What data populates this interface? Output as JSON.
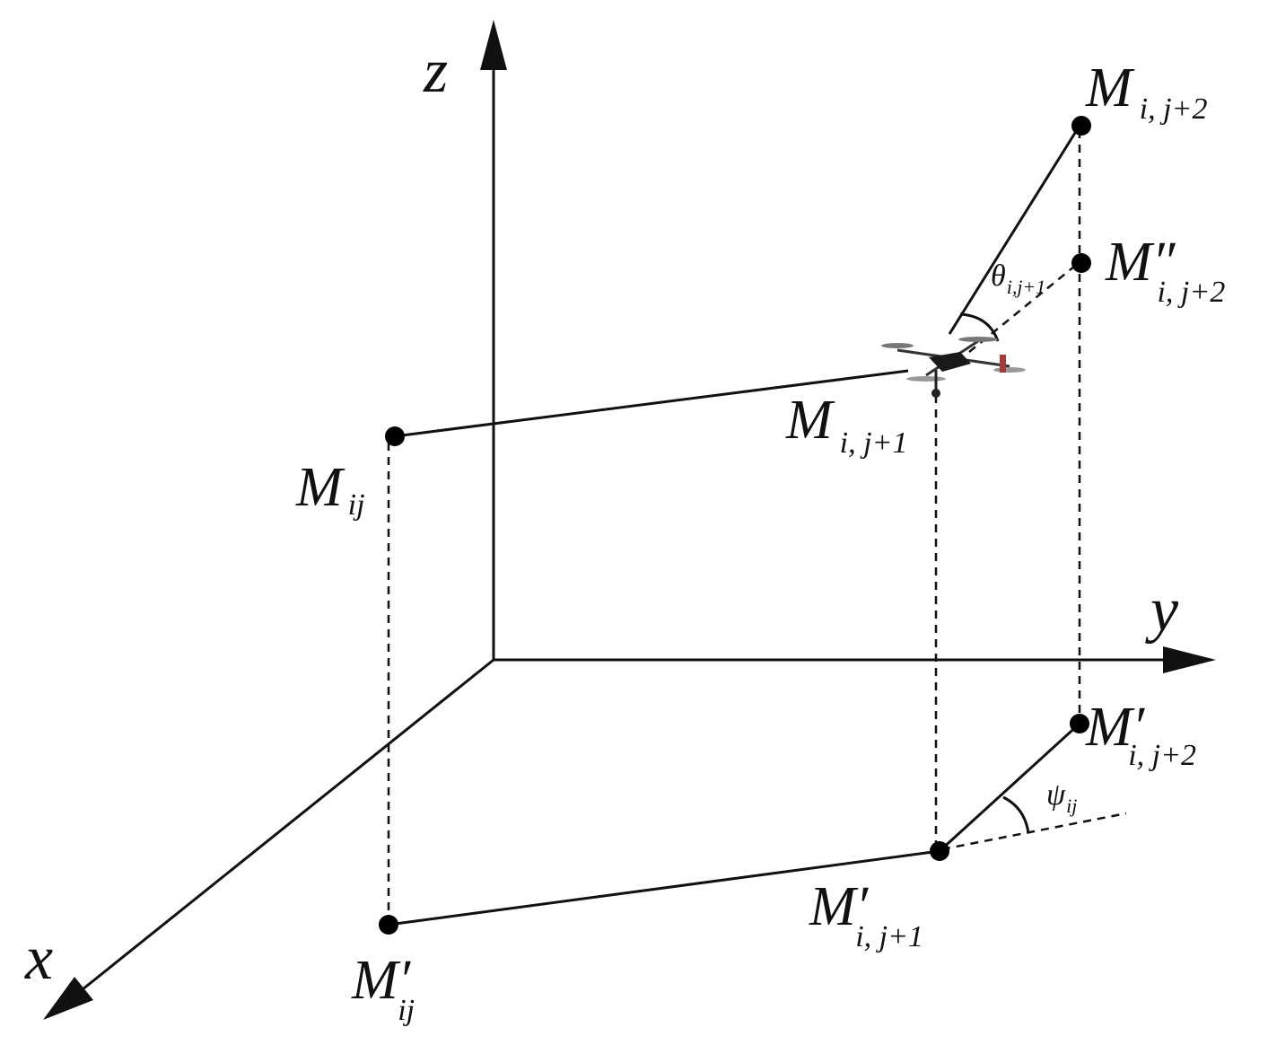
{
  "axes": {
    "z": "z",
    "y": "y",
    "x": "x"
  },
  "points": {
    "m_ij": {
      "main": "M",
      "sub": "ij"
    },
    "m_ij1": {
      "main": "M",
      "sub": "i, j+1"
    },
    "m_ij2": {
      "main": "M",
      "sub": "i, j+2"
    },
    "m_ij2_dd": {
      "main": "M″",
      "sub": "i, j+2"
    },
    "mp_ij": {
      "main": "M′",
      "sub": "ij"
    },
    "mp_ij1": {
      "main": "M′",
      "sub": "i, j+1"
    },
    "mp_ij2": {
      "main": "M′",
      "sub": "i, j+2"
    }
  },
  "angles": {
    "theta": {
      "main": "θ",
      "sub": "i,j+1"
    },
    "psi": {
      "main": "ψ",
      "sub": "ij"
    }
  }
}
